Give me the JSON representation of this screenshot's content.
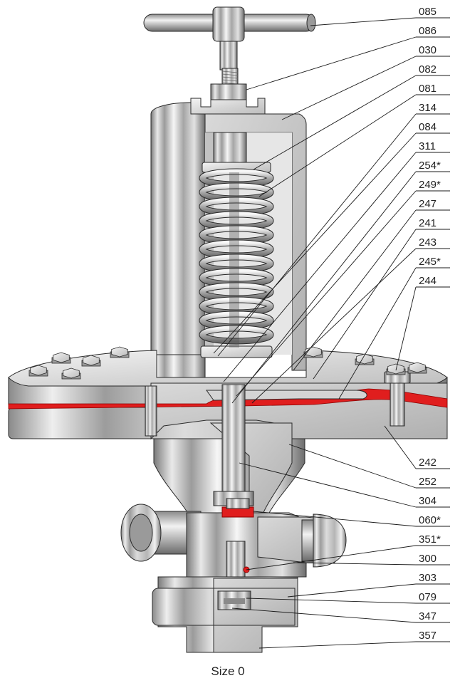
{
  "caption": "Size 0",
  "part_labels": [
    "085",
    "086",
    "030",
    "082",
    "081",
    "314",
    "084",
    "311",
    "254*",
    "249*",
    "247",
    "241",
    "243",
    "245*",
    "244",
    "242",
    "252",
    "304",
    "060*",
    "351*",
    "300",
    "303",
    "079",
    "347",
    "357"
  ],
  "colors": {
    "metal_dark": "#6b6b6b",
    "metal_mid": "#b9b9b9",
    "metal_light": "#f2f2f2",
    "diaphragm_red": "#e01e1e",
    "outline": "#2a2a2a"
  }
}
